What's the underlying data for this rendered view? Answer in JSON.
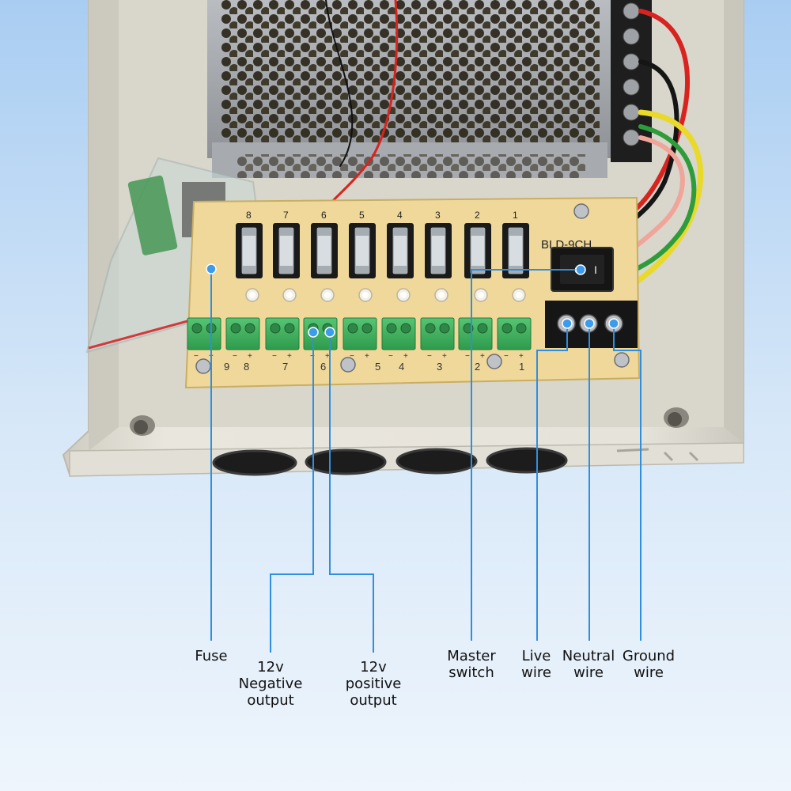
{
  "board": {
    "model": "BLD-9CH",
    "channels": [
      "1",
      "2",
      "3",
      "4",
      "5",
      "6",
      "7",
      "8",
      "9"
    ],
    "fuse_numbers": [
      "1",
      "2",
      "3",
      "4",
      "5",
      "6",
      "7",
      "8"
    ],
    "polarity_minus": "−",
    "polarity_plus": "+"
  },
  "callouts": [
    {
      "id": "fuse",
      "lines": [
        "Fuse"
      ]
    },
    {
      "id": "neg",
      "lines": [
        "12v",
        "Negative",
        "output"
      ]
    },
    {
      "id": "pos",
      "lines": [
        "12v",
        "positive",
        "output"
      ]
    },
    {
      "id": "master",
      "lines": [
        "Master",
        "switch"
      ]
    },
    {
      "id": "live",
      "lines": [
        "Live",
        "wire"
      ]
    },
    {
      "id": "neutral",
      "lines": [
        "Neutral",
        "wire"
      ]
    },
    {
      "id": "ground",
      "lines": [
        "Ground",
        "wire"
      ]
    }
  ],
  "colors": {
    "callout_line": "#2E8FE0",
    "callout_dot": "#3C9BEA",
    "board": "#EFD89A",
    "terminal_green": "#3FAF5C",
    "enclosure": "#E6E3DA",
    "background_top": "#A9CDF2",
    "background_bottom": "#EEF5FC"
  }
}
